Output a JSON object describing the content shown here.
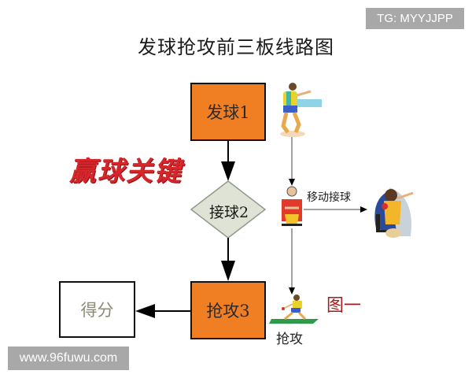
{
  "title": "发球抢攻前三板线路图",
  "watermarks": {
    "top_right": "TG: MYYJJPP",
    "bottom_left": "www.96fuwu.com"
  },
  "slogan": "赢球关键",
  "nodes": {
    "serve": {
      "label": "发球1",
      "shape": "rectangle",
      "fill": "#f07f24"
    },
    "receive": {
      "label": "接球2",
      "shape": "diamond",
      "fill": "#dfe3d6"
    },
    "attack": {
      "label": "抢攻3",
      "shape": "rectangle",
      "fill": "#f07f24"
    },
    "score": {
      "label": "得分",
      "shape": "rectangle",
      "fill": "#ffffff"
    }
  },
  "edges": [
    {
      "from": "serve",
      "to": "receive"
    },
    {
      "from": "receive",
      "to": "attack"
    },
    {
      "from": "attack",
      "to": "score"
    }
  ],
  "side_flow": {
    "move_receive_label": "移动接球",
    "attack_label": "抢攻",
    "figure_label": "图一",
    "icons": [
      "serving-player-icon",
      "receiving-player-icon",
      "moving-player-icon",
      "attacking-player-icon"
    ]
  },
  "colors": {
    "box_orange": "#f07f24",
    "diamond_fill": "#dfe3d6",
    "slogan_red": "#d7262b",
    "figure_label_red": "#a61c1c",
    "watermark_gray": "#a8a8a8"
  }
}
